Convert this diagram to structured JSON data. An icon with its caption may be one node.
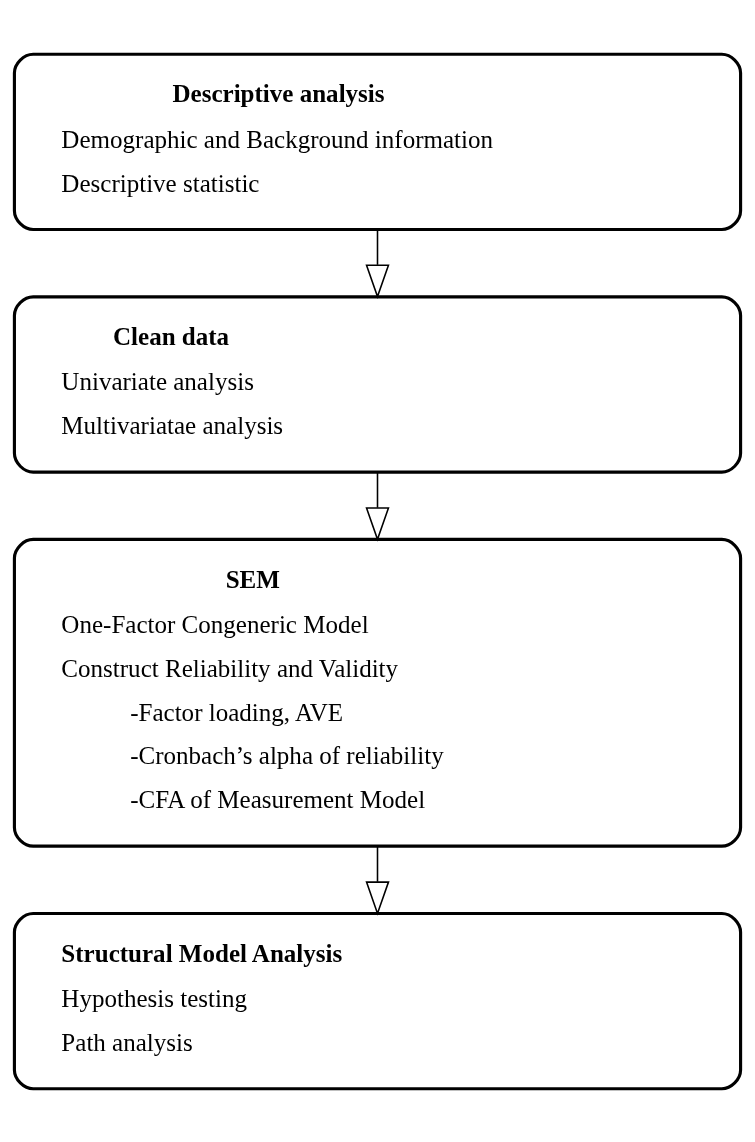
{
  "diagram": {
    "nodes": [
      {
        "text": [
          "Descriptive analysis",
          "Demographic and Background information",
          "Descriptive statistic"
        ]
      },
      {
        "text": [
          "Clean data",
          "Univariate analysis",
          "Multivariatae analysis"
        ]
      },
      {
        "text": [
          "SEM",
          "One-Factor Congeneric Model",
          "Construct Reliability and Validity",
          "-Factor loading, AVE",
          "-Cronbach’s alpha of reliability",
          "-CFA of Measurement Model"
        ]
      },
      {
        "text": [
          "Structural Model Analysis",
          "Hypothesis testing",
          "Path analysis"
        ]
      }
    ],
    "edges": [
      {
        "from": 0,
        "to": 1,
        "arrow": "to"
      },
      {
        "from": 1,
        "to": 2,
        "arrow": "to"
      },
      {
        "from": 2,
        "to": 3,
        "arrow": "to"
      }
    ]
  }
}
